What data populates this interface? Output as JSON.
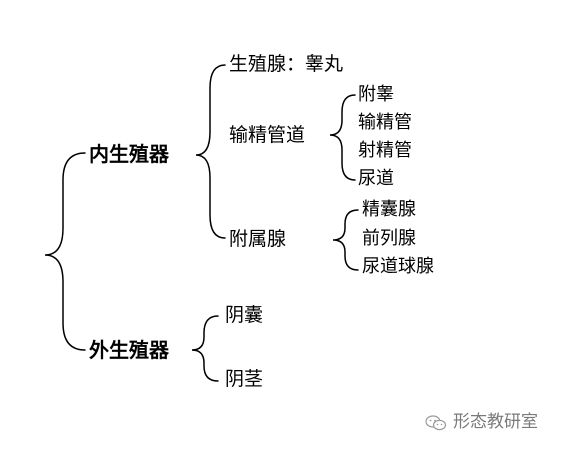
{
  "nodes": {
    "internal": "内生殖器",
    "external": "外生殖器"
  },
  "internal": {
    "gonad": "生殖腺：睾丸",
    "ducts": "输精管道",
    "glands": "附属腺"
  },
  "ducts_items": [
    "附睾",
    "输精管",
    "射精管",
    "尿道"
  ],
  "glands_items": [
    "精囊腺",
    "前列腺",
    "尿道球腺"
  ],
  "external_items": [
    "阴囊",
    "阴茎"
  ],
  "watermark": {
    "text": "形态教研室",
    "icon": "wechat-chat-bubbles-icon"
  }
}
